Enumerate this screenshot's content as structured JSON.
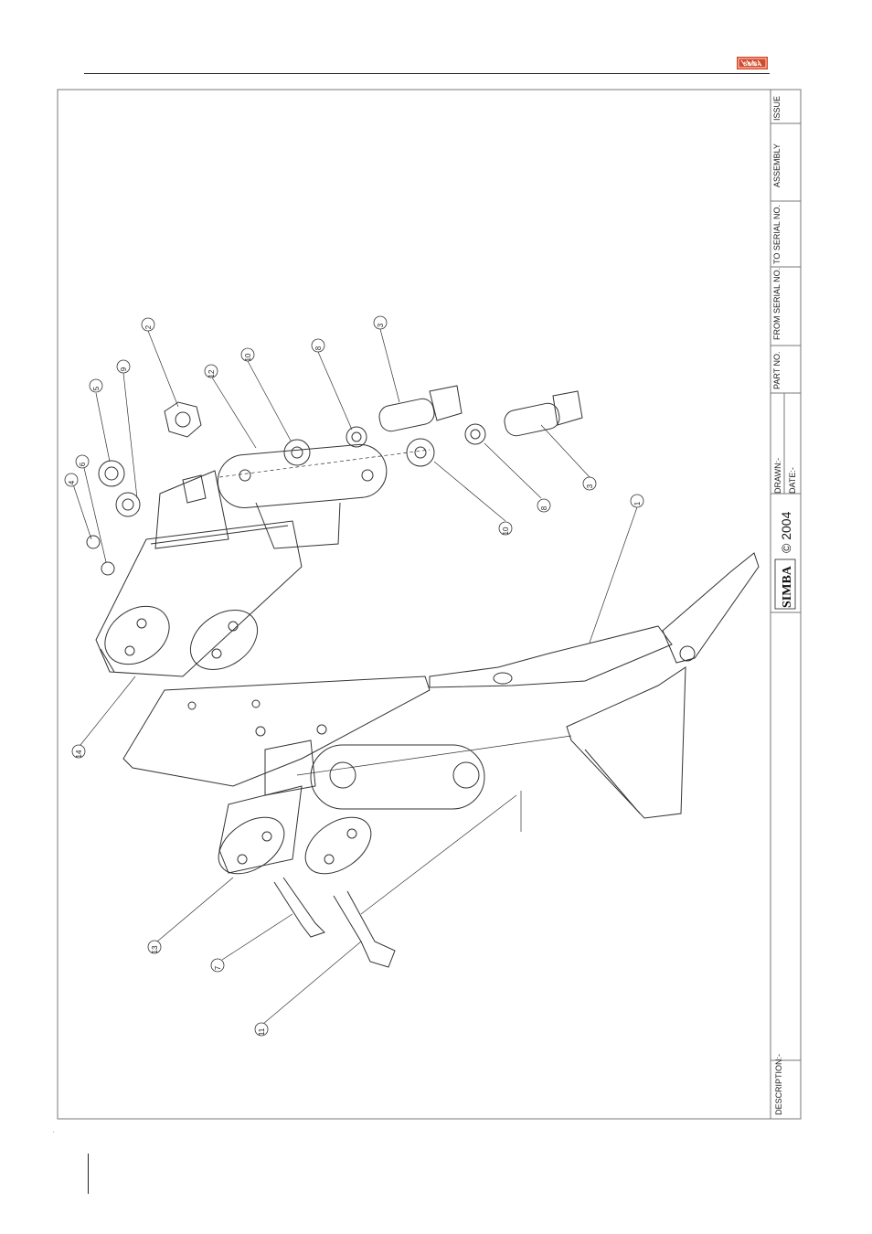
{
  "header": {
    "logo_text": "SIMBA"
  },
  "title_block": {
    "issue_label": "ISSUE",
    "assembly_label": "ASSEMBLY",
    "to_serial_label": "TO SERIAL NO.",
    "from_serial_label": "FROM SERIAL NO.",
    "part_no_label": "PART NO.",
    "drawn_label": "DRAWN:-",
    "date_label": "DATE:-",
    "brand": "SIMBA",
    "copyright": "© 2004",
    "description_label": "DESCRIPTION:-"
  },
  "callouts": [
    "1",
    "2",
    "3",
    "3",
    "4",
    "5",
    "6",
    "7",
    "8",
    "8",
    "9",
    "10",
    "10",
    "11",
    "12",
    "13",
    "14"
  ],
  "footer": {
    "mark": "."
  }
}
